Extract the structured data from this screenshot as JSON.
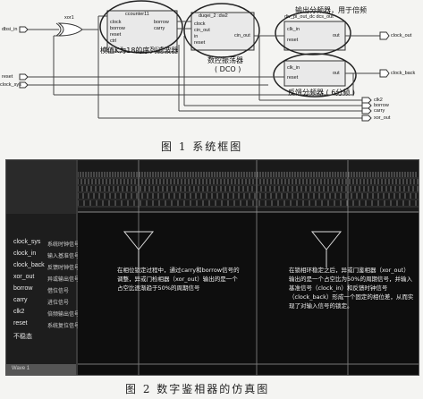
{
  "figure1": {
    "caption": "图 1   系统框图",
    "inputs": [
      "dbsi_in",
      "reset",
      "clock_sys"
    ],
    "xor_label": "xor1",
    "block_counter": {
      "name": "ccounter11",
      "ports_left": [
        "clock",
        "borrow",
        "reset",
        "ctrl"
      ],
      "ports_right": [
        "borrow",
        "carry"
      ]
    },
    "block_dco": {
      "name": "duqei_2 :dw2",
      "ports_left": [
        "clock",
        "cin_out",
        "in",
        "reset"
      ],
      "ports_right": [
        "cin_out"
      ]
    },
    "block_div_top": {
      "name": "div_pi_out_dc dcs_out",
      "ports": [
        "clk_in",
        "reset",
        "out"
      ]
    },
    "block_div_bottom": {
      "ports": [
        "clk_in",
        "reset",
        "out"
      ]
    },
    "ann_counter": "模值K为18的序列滤波器",
    "ann_dco": "数控振荡器",
    "ann_dco2": "( DCO )",
    "ann_div_top": "输出分频器，用于倍频",
    "ann_div_bottom": "反馈分频器 ( 6分频 )",
    "outputs": [
      "clock_out",
      "clock_back"
    ],
    "outputs_small": [
      "clk2",
      "borrow",
      "carry",
      "xor_out"
    ]
  },
  "figure2": {
    "caption": "图 2   数字鉴相器的仿真图",
    "signals": [
      {
        "name": "clock_sys",
        "desc": "系统时钟信号"
      },
      {
        "name": "clock_in",
        "desc": "输入基准信号"
      },
      {
        "name": "clock_back",
        "desc": "反馈时钟信号"
      },
      {
        "name": "xor_out",
        "desc": "异或输出信号"
      },
      {
        "name": "borrow",
        "desc": "借位信号"
      },
      {
        "name": "carry",
        "desc": "进位信号"
      },
      {
        "name": "clk2",
        "desc": "倍频输出信号"
      },
      {
        "name": "reset",
        "desc": "系统复位信号"
      },
      {
        "name": "不稳态",
        "desc": ""
      }
    ],
    "annotation_left": "在相位锁定过程中，通过carry和borrow信号的调整，异或门检相器（xor_out）输出的是一个占空比逐渐趋于50%的周期信号",
    "annotation_right": "在锁相环稳定之后，异或门鉴相器（xor_out）输出的是一个占空比为50%的周期信号，并输入基准信号（clock_in）和反馈时钟信号（clock_back）形成一个固定的相位差，从而实现了对输入信号的锁定。",
    "bottom_tab": "Wave 1"
  }
}
